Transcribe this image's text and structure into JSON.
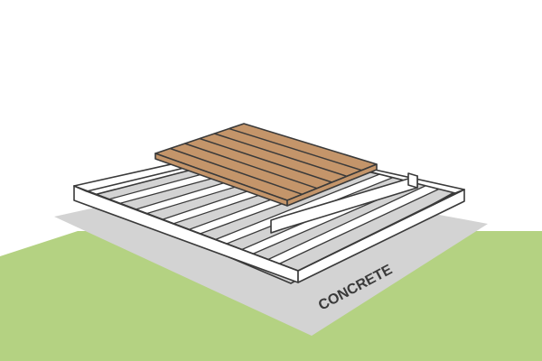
{
  "diagram": {
    "label": "CONCRETE",
    "colors": {
      "background": "#ffffff",
      "grass": "#b4d282",
      "concrete": "#d3d3d3",
      "frame": "#ffffff",
      "outline": "#3a3a3a",
      "decking": "#c4956a",
      "text": "#3a3a3a"
    },
    "frame_joist_count": 7,
    "deck_board_count": 6
  }
}
